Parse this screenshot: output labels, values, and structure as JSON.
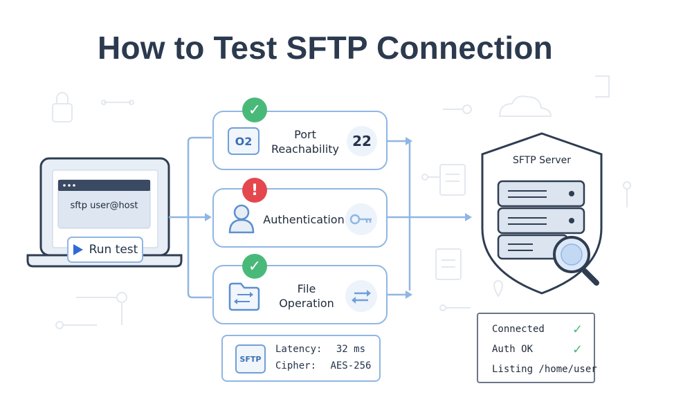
{
  "title": "How to Test SFTP Connection",
  "client": {
    "command": "sftp user@host",
    "run_button": "Run test"
  },
  "checks": [
    {
      "label_line1": "Port",
      "label_line2": "Reachability",
      "status": "ok",
      "value": "22",
      "icon": "port-o2-icon"
    },
    {
      "label_line1": "Authentication",
      "label_line2": "",
      "status": "warning",
      "value": "",
      "icon": "user-icon"
    },
    {
      "label_line1": "File",
      "label_line2": "Operation",
      "status": "ok",
      "value": "",
      "icon": "folder-transfer-icon"
    }
  ],
  "port_icon_text": "O2",
  "stats": {
    "badge": "SFTP",
    "latency_label": "Latency:",
    "latency_value": "32 ms",
    "cipher_label": "Cipher:",
    "cipher_value": "AES-256"
  },
  "server": {
    "label": "SFTP Server"
  },
  "results": [
    {
      "text": "Connected",
      "ok": true
    },
    {
      "text": "Auth OK",
      "ok": true
    },
    {
      "text": "Listing /home/user",
      "ok": false
    }
  ],
  "colors": {
    "accent": "#8fb6e4",
    "ok": "#49b97a",
    "warning": "#e5474e",
    "title": "#2b3a4e"
  }
}
